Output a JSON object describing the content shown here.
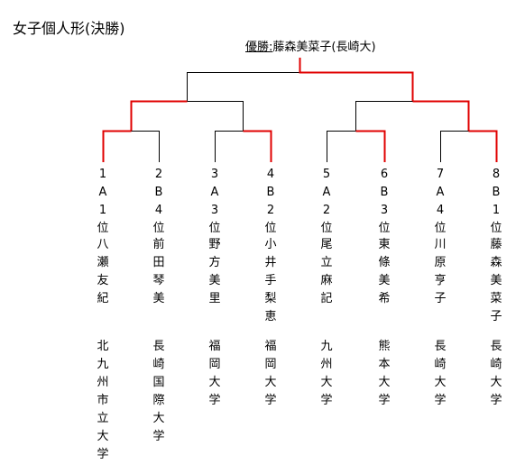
{
  "title": "女子個人形(決勝)",
  "winner": {
    "label": "優勝:",
    "text": "藤森美菜子(長崎大)"
  },
  "colors": {
    "winner_path": "#e00000",
    "bracket": "#000000"
  },
  "entrants": [
    {
      "seed": "1",
      "block": "A",
      "rank": "1",
      "rank_suffix": "位",
      "name": "八瀬友紀",
      "school": "北九州市立大学"
    },
    {
      "seed": "2",
      "block": "B",
      "rank": "4",
      "rank_suffix": "位",
      "name": "前田琴美",
      "school": "長崎国際大学"
    },
    {
      "seed": "3",
      "block": "A",
      "rank": "3",
      "rank_suffix": "位",
      "name": "野方美里",
      "school": "福岡大学"
    },
    {
      "seed": "4",
      "block": "B",
      "rank": "2",
      "rank_suffix": "位",
      "name": "小井手梨恵",
      "school": "福岡大学"
    },
    {
      "seed": "5",
      "block": "A",
      "rank": "2",
      "rank_suffix": "位",
      "name": "尾立麻記",
      "school": "九州大学"
    },
    {
      "seed": "6",
      "block": "B",
      "rank": "3",
      "rank_suffix": "位",
      "name": "東條美希",
      "school": "熊本大学"
    },
    {
      "seed": "7",
      "block": "A",
      "rank": "4",
      "rank_suffix": "位",
      "name": "川原亨子",
      "school": "長崎大学"
    },
    {
      "seed": "8",
      "block": "B",
      "rank": "1",
      "rank_suffix": "位",
      "name": "藤森美菜子",
      "school": "長崎大学"
    }
  ],
  "bracket": {
    "round1_winners": [
      1,
      4,
      6,
      8
    ],
    "round2_winners": [
      1,
      8
    ],
    "champion": 8
  }
}
